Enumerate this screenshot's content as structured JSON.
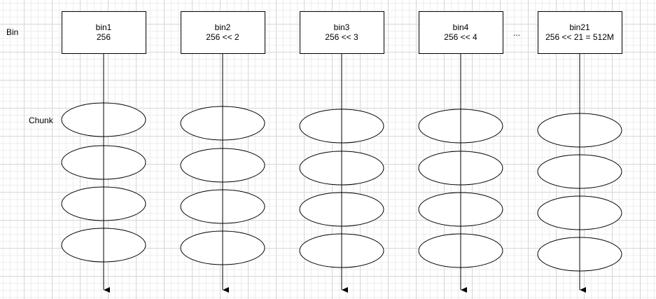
{
  "labels": {
    "bin_row": "Bin",
    "chunk_row": "Chunk",
    "ellipsis": "..."
  },
  "bins": [
    {
      "name": "bin1",
      "size": "256",
      "chunks": 4
    },
    {
      "name": "bin2",
      "size": "256 << 2",
      "chunks": 4
    },
    {
      "name": "bin3",
      "size": "256 << 3",
      "chunks": 4
    },
    {
      "name": "bin4",
      "size": "256 << 4",
      "chunks": 4
    },
    {
      "name": "bin21",
      "size": "256 << 21 = 512M",
      "chunks": 4
    }
  ],
  "colors": {
    "stroke": "#000000",
    "fill": "#ffffff",
    "grid_major": "#d6d6d6",
    "grid_minor": "#eeeeee"
  }
}
